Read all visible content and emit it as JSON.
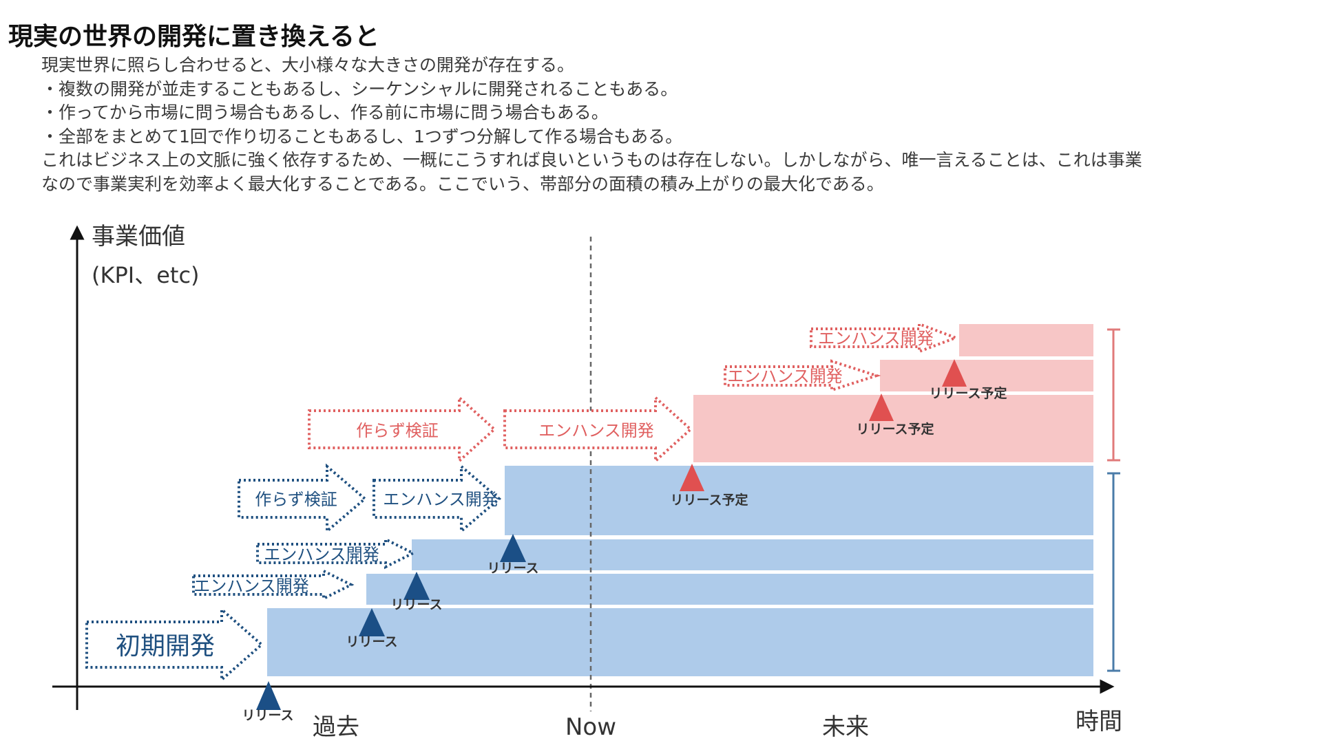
{
  "slide": {
    "title": "現実の世界の開発に置き換えると",
    "body_lines": [
      "現実世界に照らし合わせると、大小様々な大きさの開発が存在する。",
      "・複数の開発が並走することもあるし、シーケンシャルに開発されることもある。",
      "・作ってから市場に問う場合もあるし、作る前に市場に問う場合もある。",
      "・全部をまとめて1回で作り切ることもあるし、1つずつ分解して作る場合もある。",
      "これはビジネス上の文脈に強く依存するため、一概にこうすれば良いというものは存在しない。しかしながら、唯一言えることは、これは事業",
      "なので事業実利を効率よく最大化することである。ここでいう、帯部分の面積の積み上がりの最大化である。"
    ]
  },
  "diagram": {
    "y_axis_label_line1": "事業価値",
    "y_axis_label_line2": "(KPI、etc)",
    "x_axis_label": "時間",
    "time_labels": {
      "past": "過去",
      "now": "Now",
      "future": "未来"
    },
    "arrows": {
      "initial": "初期開発",
      "enhance_1": "エンハンス開発",
      "enhance_2": "エンハンス開発",
      "verify_past": "作らず検証",
      "enhance_3": "エンハンス開発",
      "verify_plan": "作らず検証",
      "enhance_plan_1": "エンハンス開発",
      "enhance_plan_2": "エンハンス開発",
      "enhance_plan_3": "エンハンス開発"
    },
    "markers": {
      "release_1": "リリース",
      "release_2": "リリース",
      "release_3": "リリース",
      "release_4": "リリース",
      "planned_1": "リリース予定",
      "planned_2": "リリース予定",
      "planned_3": "リリース予定"
    },
    "colors": {
      "realized_band": "#aecbea",
      "planned_band": "#f7c6c6",
      "realized_arrow": "#1f5080",
      "planned_arrow": "#e06060",
      "realized_marker": "#1b4f86",
      "planned_marker": "#e05050",
      "axis": "#111111",
      "now_line": "#666666"
    }
  }
}
